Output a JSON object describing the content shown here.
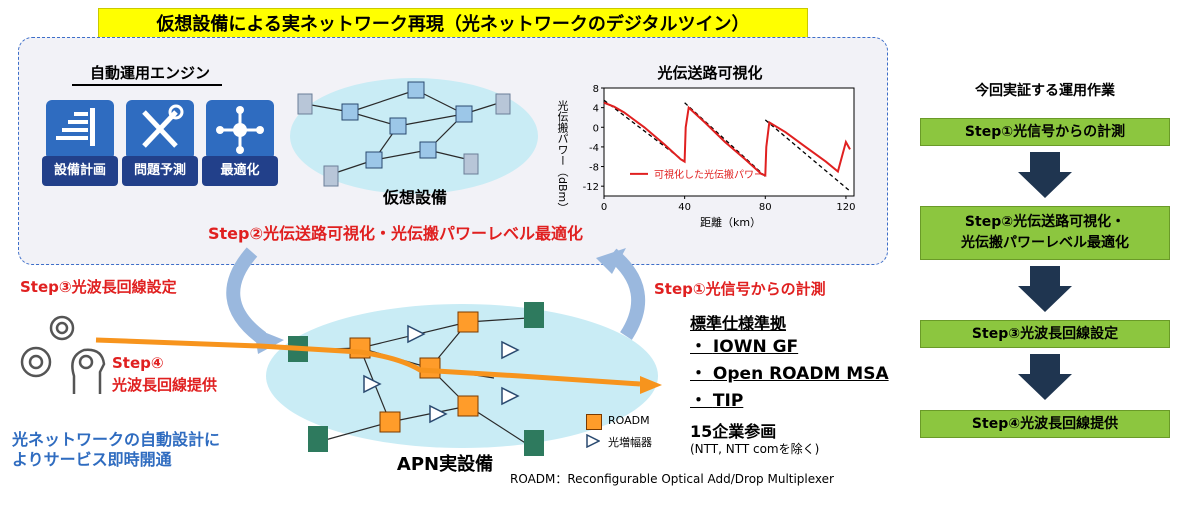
{
  "title": "仮想設備による実ネットワーク再現（光ネットワークのデジタルツイン）",
  "engine": {
    "title": "自動運用エンジン",
    "tiles": [
      "設備計画",
      "問題予測",
      "最適化"
    ]
  },
  "virtual_label": "仮想設備",
  "chart": {
    "title": "光伝送路可視化",
    "ylabel": "光伝搬パワー（dBm）",
    "xlabel": "距離（km）",
    "legend": "可視化した光伝搬パワー",
    "yticks": [
      "8",
      "4",
      "0",
      "-4",
      "-8",
      "-12"
    ],
    "xticks": [
      "0",
      "40",
      "80",
      "120"
    ]
  },
  "chart_data": {
    "type": "line",
    "title": "光伝送路可視化",
    "xlabel": "距離（km）",
    "ylabel": "光伝搬パワー（dBm）",
    "xlim": [
      0,
      124
    ],
    "ylim": [
      -14,
      8
    ],
    "series": [
      {
        "name": "可視化した光伝搬パワー",
        "x": [
          0,
          5,
          10,
          20,
          30,
          38,
          40,
          40.5,
          42,
          50,
          60,
          70,
          78,
          80,
          80.5,
          82,
          90,
          100,
          110,
          116,
          118,
          120,
          122
        ],
        "y": [
          5,
          4.2,
          3,
          0,
          -3.5,
          -6.5,
          -7,
          0,
          4,
          1,
          -3,
          -6.5,
          -9.5,
          -9.8,
          -4,
          1,
          -1,
          -4,
          -7,
          -9,
          -6,
          -3,
          -4.5
        ]
      }
    ],
    "fit_segments": [
      {
        "x": [
          0,
          40
        ],
        "y": [
          5.5,
          -7
        ]
      },
      {
        "x": [
          40,
          80
        ],
        "y": [
          5,
          -10
        ]
      },
      {
        "x": [
          80,
          122
        ],
        "y": [
          1.5,
          -13
        ]
      }
    ]
  },
  "step2_label": "Step②光伝送路可視化・光伝搬パワーレベル最適化",
  "step3_label": "Step③光波長回線設定",
  "step1_label": "Step①光信号からの計測",
  "step4_label_line1": "Step④",
  "step4_label_line2": "光波長回線提供",
  "auto_text_line1": "光ネットワークの自動設計に",
  "auto_text_line2": "よりサービス即時開通",
  "apn_label": "APN実設備",
  "legend": {
    "roadm": "ROADM",
    "amp": "光増幅器"
  },
  "standards": {
    "title": "標準仕様準拠",
    "items": [
      "IOWN GF",
      "Open ROADM MSA",
      "TIP"
    ]
  },
  "companies": {
    "title": "15企業参画",
    "note": "(NTT, NTT comを除く)"
  },
  "footnote": "ROADM：Reconfigurable Optical Add/Drop Multiplexer",
  "right_panel": {
    "title": "今回実証する運用作業",
    "steps": [
      [
        "Step①光信号からの計測"
      ],
      [
        "Step②光伝送路可視化・",
        "光伝搬パワーレベル最適化"
      ],
      [
        "Step③光波長回線設定"
      ],
      [
        "Step④光波長回線提供"
      ]
    ]
  },
  "colors": {
    "accent_red": "#e02020",
    "green": "#8cc63f",
    "navy": "#1f3550",
    "banner": "#ffff00",
    "blue_text": "#2f6cc0"
  }
}
